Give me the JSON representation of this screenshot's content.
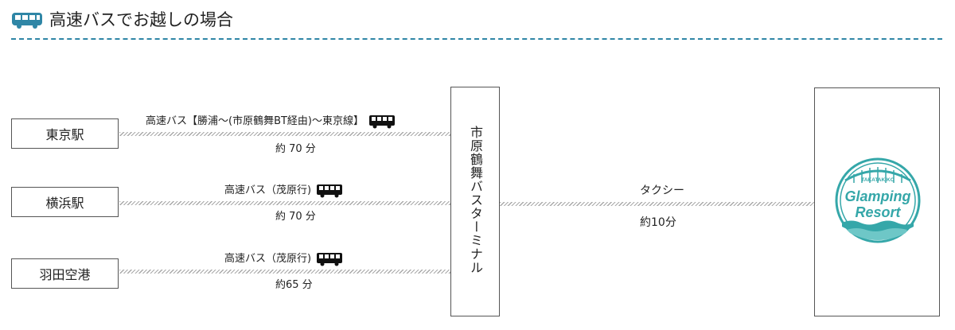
{
  "header": {
    "title": "高速バスでお越しの場合",
    "icon": "bus-icon",
    "accent_color": "#2f86a6"
  },
  "origins": [
    {
      "station": "東京駅",
      "route": "高速バス【勝浦〜(市原鶴舞BT経由)〜東京線】",
      "time": "約 70 分",
      "icon": "bus-icon"
    },
    {
      "station": "横浜駅",
      "route": "高速バス（茂原行)",
      "time": "約 70 分",
      "icon": "bus-icon"
    },
    {
      "station": "羽田空港",
      "route": "高速バス（茂原行)",
      "time": "約65 分",
      "icon": "bus-icon"
    }
  ],
  "terminal": {
    "label": "市原鶴舞バスターミナル"
  },
  "taxi": {
    "label": "タクシー",
    "time": "約10分"
  },
  "destination": {
    "logo_top": "TAKATAKIKO",
    "logo_line1": "Glamping",
    "logo_line2": "Resort",
    "logo_color": "#35a7a9"
  }
}
